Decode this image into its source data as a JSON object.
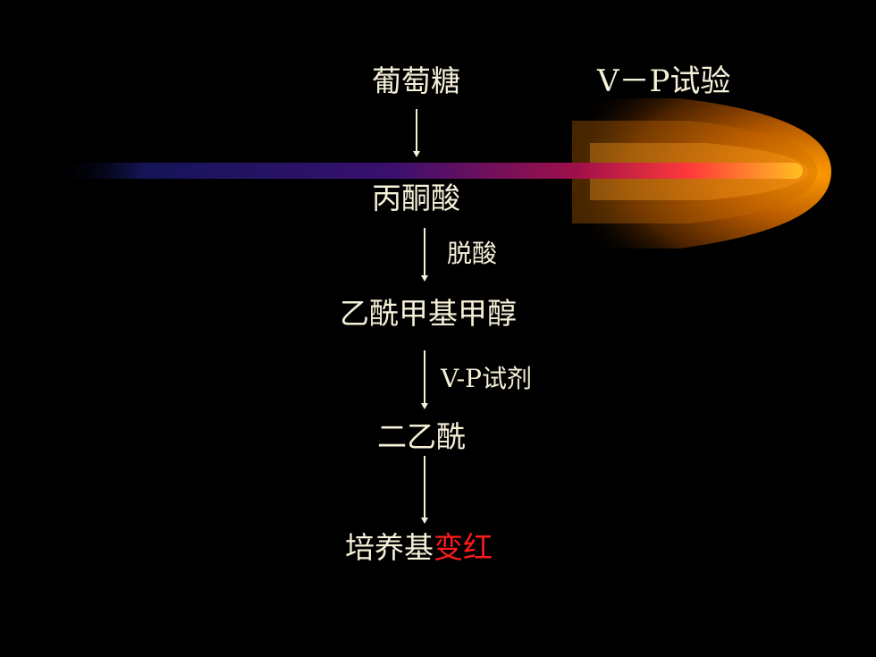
{
  "title": "V－P试验",
  "nodes": {
    "n1": "葡萄糖",
    "n2": "丙酮酸",
    "n3": "乙酰甲基甲醇",
    "n4": "二乙酰",
    "n5_prefix": "培养基",
    "n5_highlight": "变红"
  },
  "steps": {
    "s2": "脱酸",
    "s3": "V-P试剂"
  },
  "colors": {
    "background": "#000000",
    "text": "#f5f0d8",
    "highlight": "#ff1a1a",
    "comet_core": "#ff9a00"
  }
}
